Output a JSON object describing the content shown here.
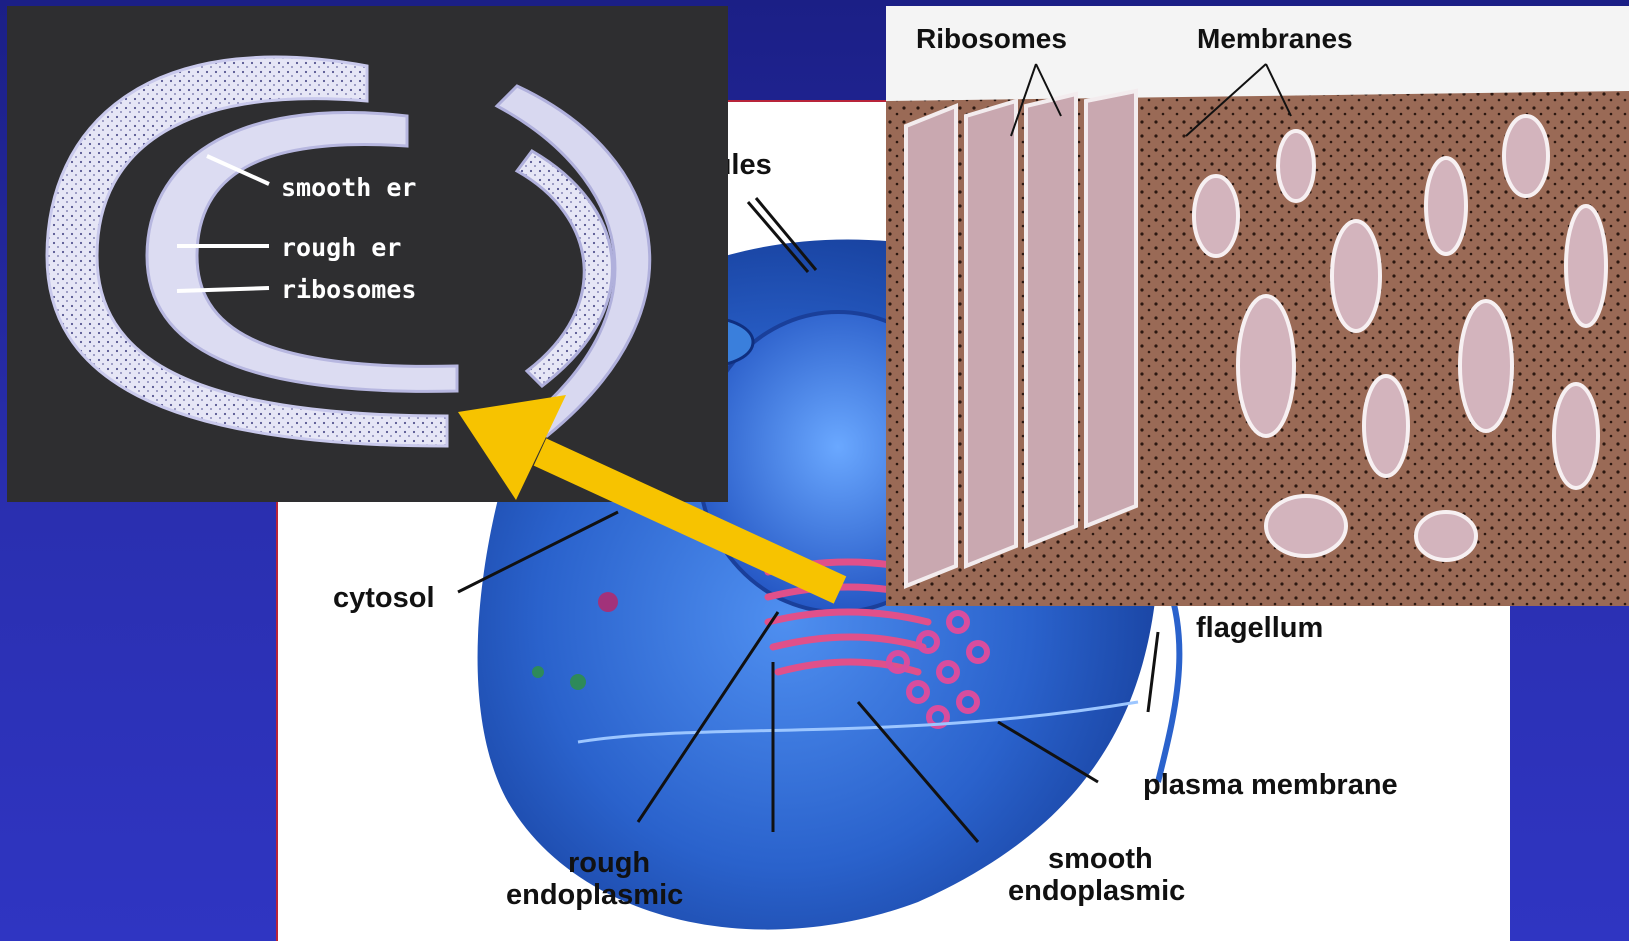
{
  "cell_diagram": {
    "labels": {
      "microtubules_partial": "bules",
      "cytosol": "cytosol",
      "flagellum": "flagellum",
      "plasma_membrane": "plasma membrane",
      "rough_er_line1": "rough",
      "rough_er_line2": "endoplasmic",
      "smooth_er_line1": "smooth",
      "smooth_er_line2": "endoplasmic"
    }
  },
  "er_3d_inset": {
    "labels": {
      "smooth_er": "smooth er",
      "rough_er": "rough er",
      "ribosomes": "ribosomes"
    }
  },
  "er_photo_inset": {
    "labels": {
      "ribosomes": "Ribosomes",
      "membranes": "Membranes"
    }
  },
  "colors": {
    "slide_background": "#2a2fb0",
    "arrow": "#f7c300",
    "panel_border": "#b8243a",
    "cell_blue": "#2f6fd6",
    "er_pink": "#e0508a",
    "er_tissue": "#9a6a56"
  },
  "icons": [
    "pointer-arrow"
  ]
}
